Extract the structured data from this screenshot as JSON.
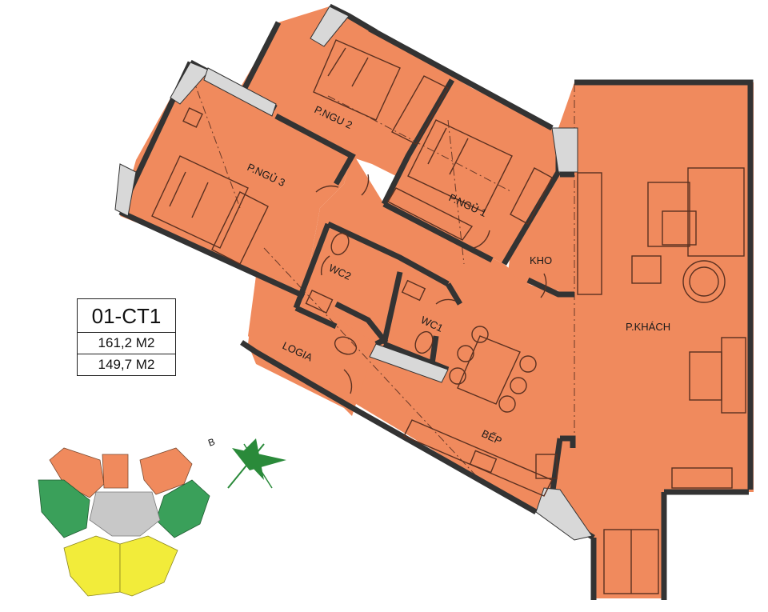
{
  "unit": {
    "code": "01-CT1",
    "area_1": "161,2 M2",
    "area_2": "149,7 M2"
  },
  "rooms": {
    "bedroom_1": "P.NGỦ 1",
    "bedroom_2": "P.NGU 2",
    "bedroom_3": "P.NGỦ 3",
    "wc_1": "WC1",
    "wc_2": "WC2",
    "storage": "KHO",
    "living": "P.KHÁCH",
    "kitchen": "BẾP",
    "logia": "LOGIA"
  },
  "compass": {
    "letter": "B"
  },
  "colors": {
    "room_fill": "#f08a5d",
    "wall": "#333333",
    "keyplan_orange": "#f08a5d",
    "keyplan_green": "#3aa05a",
    "keyplan_yellow": "#f2ec3a",
    "keyplan_core": "#c8c8c8",
    "compass": "#2a8a3a"
  }
}
